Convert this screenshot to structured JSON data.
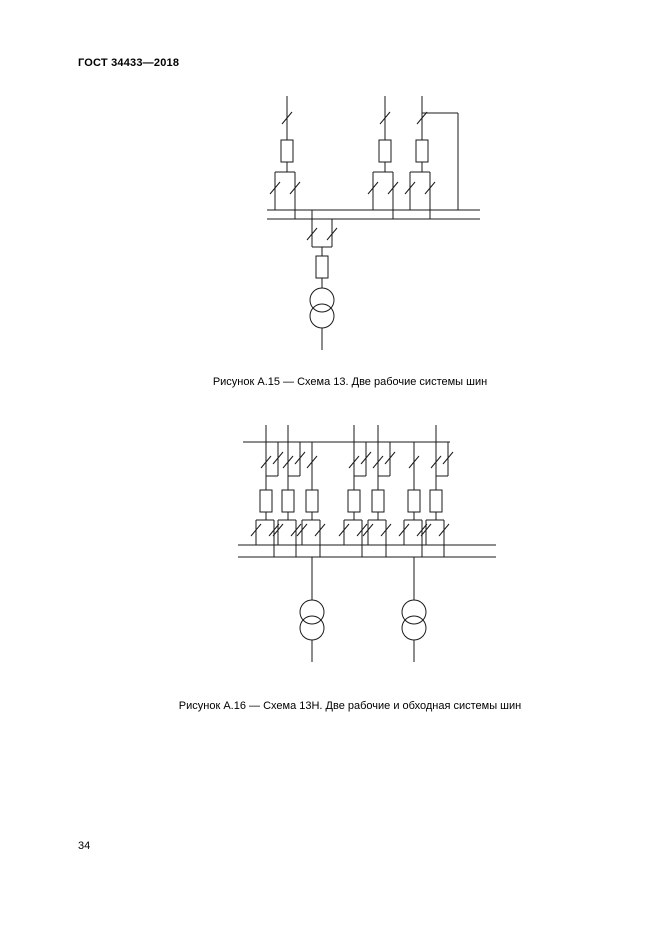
{
  "page": {
    "header_title": "ГОСТ 34433—2018",
    "page_number": "34",
    "background_color": "#ffffff",
    "line_color": "#1a1a1a",
    "text_color": "#000000"
  },
  "figures": [
    {
      "caption": "Рисунок А.15 — Схема 13. Две рабочие системы шин"
    },
    {
      "caption": "Рисунок А.16 — Схема 13Н. Две рабочие и обходная системы шин"
    }
  ]
}
